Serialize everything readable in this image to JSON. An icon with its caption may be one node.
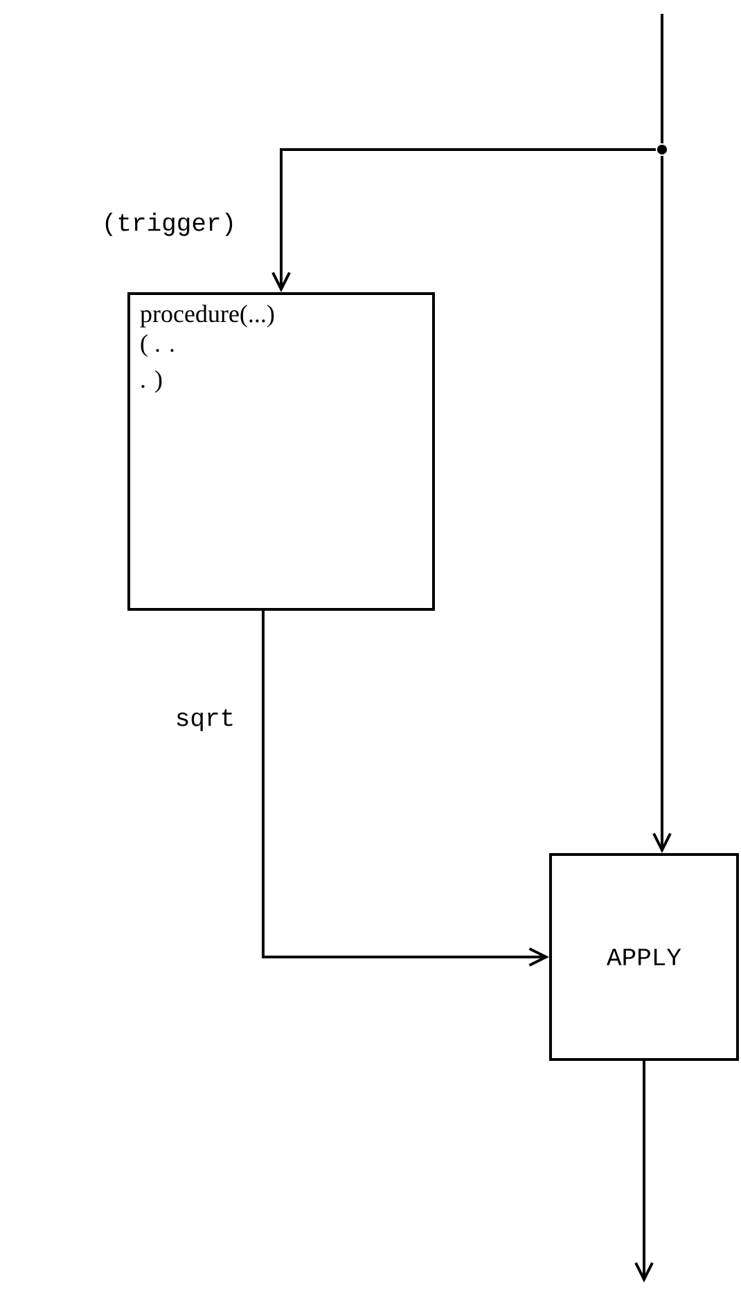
{
  "diagram": {
    "nodes": [
      {
        "text": [
          "procedure(...)",
          "( . . . )"
        ]
      },
      {
        "text": [
          "APPLY"
        ]
      },
      {
        "text": [],
        "shape": "circle"
      }
    ],
    "edges": [
      {
        "from": null,
        "to": 2,
        "arrow": "none"
      },
      {
        "from": 2,
        "to": 0,
        "arrow": "to",
        "label": "(trigger)"
      },
      {
        "from": 2,
        "to": 1,
        "arrow": "to"
      },
      {
        "from": 0,
        "to": 1,
        "arrow": "to",
        "label": "sqrt"
      },
      {
        "from": 1,
        "to": null,
        "arrow": "to"
      }
    ]
  }
}
